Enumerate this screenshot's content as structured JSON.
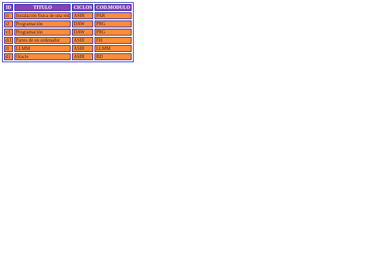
{
  "table": {
    "columns": [
      "ID",
      "TITULO",
      "CICLOS",
      "COD.MODULO"
    ],
    "rows": [
      {
        "id": "i1",
        "titulo": "Instalación física de una red",
        "ciclos": "ASIR",
        "cod": "PAR"
      },
      {
        "id": "i2",
        "titulo": "Programación",
        "ciclos": "DAW",
        "cod": "PRG"
      },
      {
        "id": "v1",
        "titulo": "Programación",
        "ciclos": "DAW",
        "cod": "PRG"
      },
      {
        "id": "di1",
        "titulo": "Partes de un ordenador",
        "ciclos": "ASIR",
        "cod": "FH"
      },
      {
        "id": "l1",
        "titulo": "LLMM",
        "ciclos": "ASIR",
        "cod": "LLMM"
      },
      {
        "id": "d1",
        "titulo": "Oracle",
        "ciclos": "ASIR",
        "cod": "BD"
      }
    ]
  }
}
